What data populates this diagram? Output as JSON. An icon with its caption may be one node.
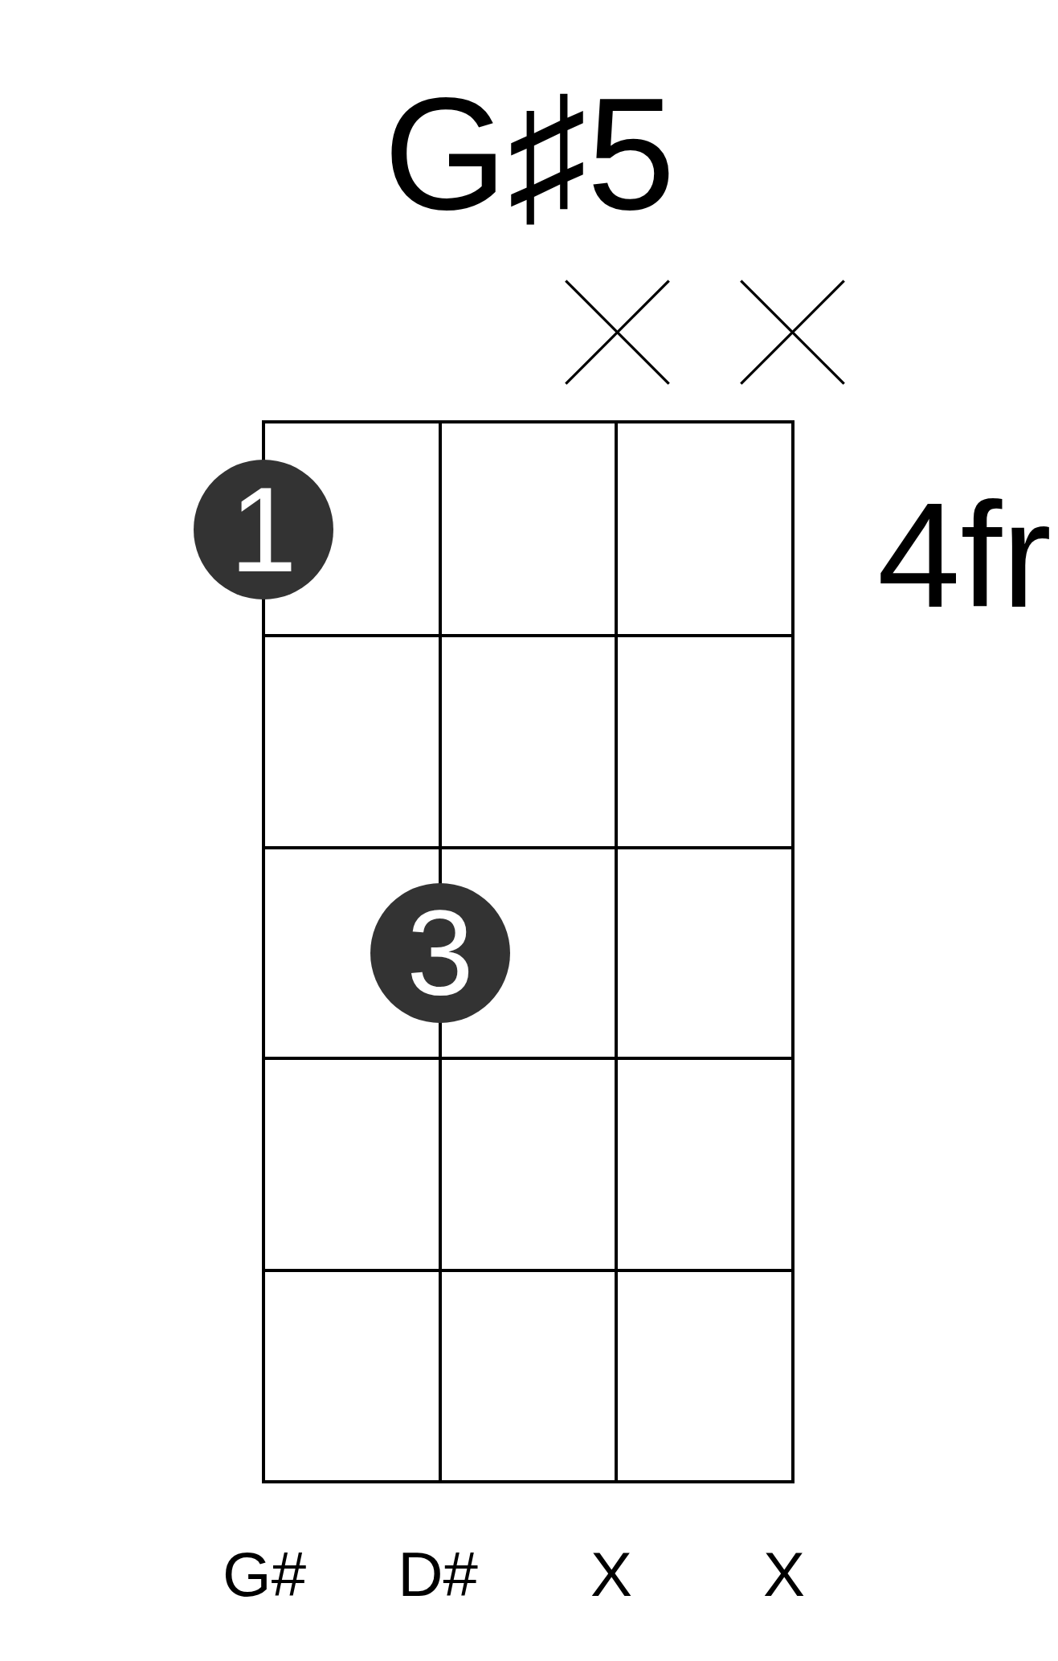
{
  "diagram": {
    "title": "G♯5",
    "nodes": [
      {
        "text": [
          "1"
        ]
      },
      {
        "text": [
          "3"
        ]
      }
    ],
    "labels": [
      "4fr",
      "G#",
      "D#",
      "X",
      "X"
    ]
  }
}
